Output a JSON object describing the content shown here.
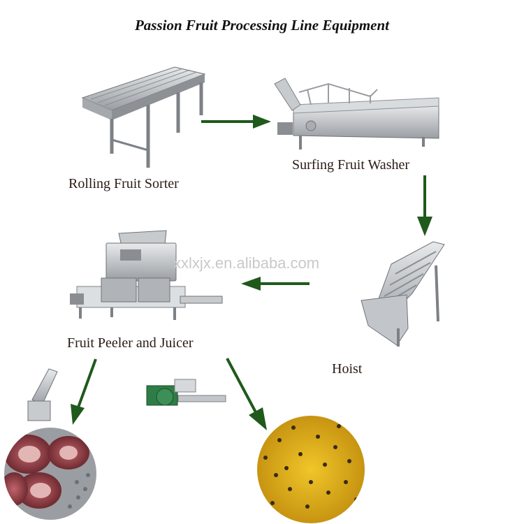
{
  "title": "Passion Fruit Processing Line Equipment",
  "watermark": "xxlxjx.en.alibaba.com",
  "equipment": {
    "sorter": "Rolling Fruit Sorter",
    "washer": "Surfing Fruit Washer",
    "hoist": "Hoist",
    "peeler": "Fruit Peeler and Juicer"
  },
  "colors": {
    "arrow": "#1f5a1c",
    "steel": "#b9bcc0",
    "steel_dark": "#7d8185",
    "pulp": "#e0b21c",
    "peel": "#a4424c"
  }
}
